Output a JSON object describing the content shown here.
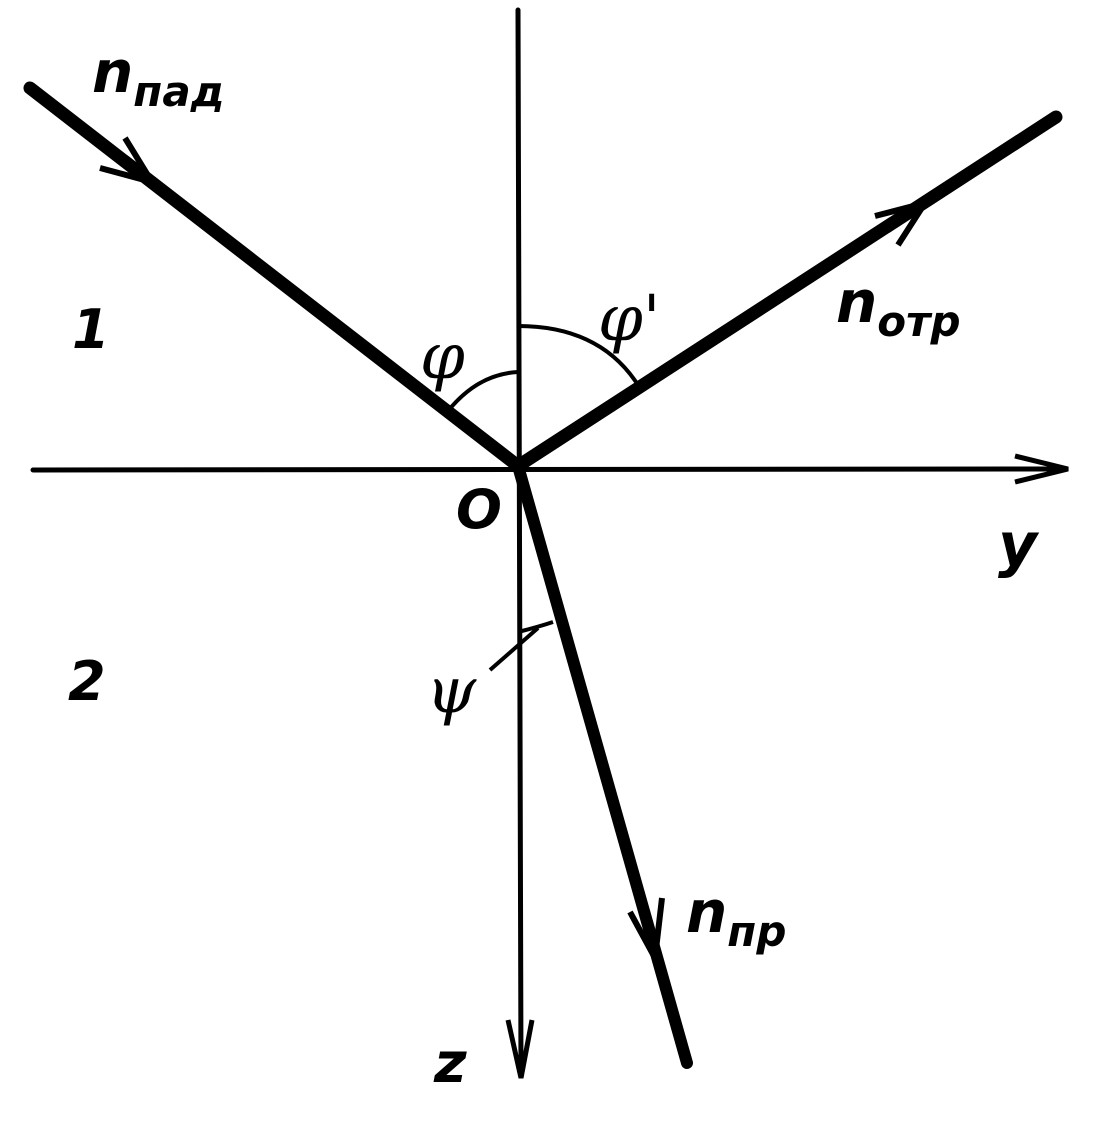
{
  "labels": {
    "incident": {
      "main": "n",
      "sub": "пад"
    },
    "reflected": {
      "main": "n",
      "sub": "отр"
    },
    "refracted": {
      "main": "n",
      "sub": "пр"
    },
    "phi": "φ",
    "phi_prime": "φ'",
    "psi": "ψ",
    "origin": "O",
    "axis_y": "y",
    "axis_z": "z",
    "medium_1": "1",
    "medium_2": "2"
  }
}
